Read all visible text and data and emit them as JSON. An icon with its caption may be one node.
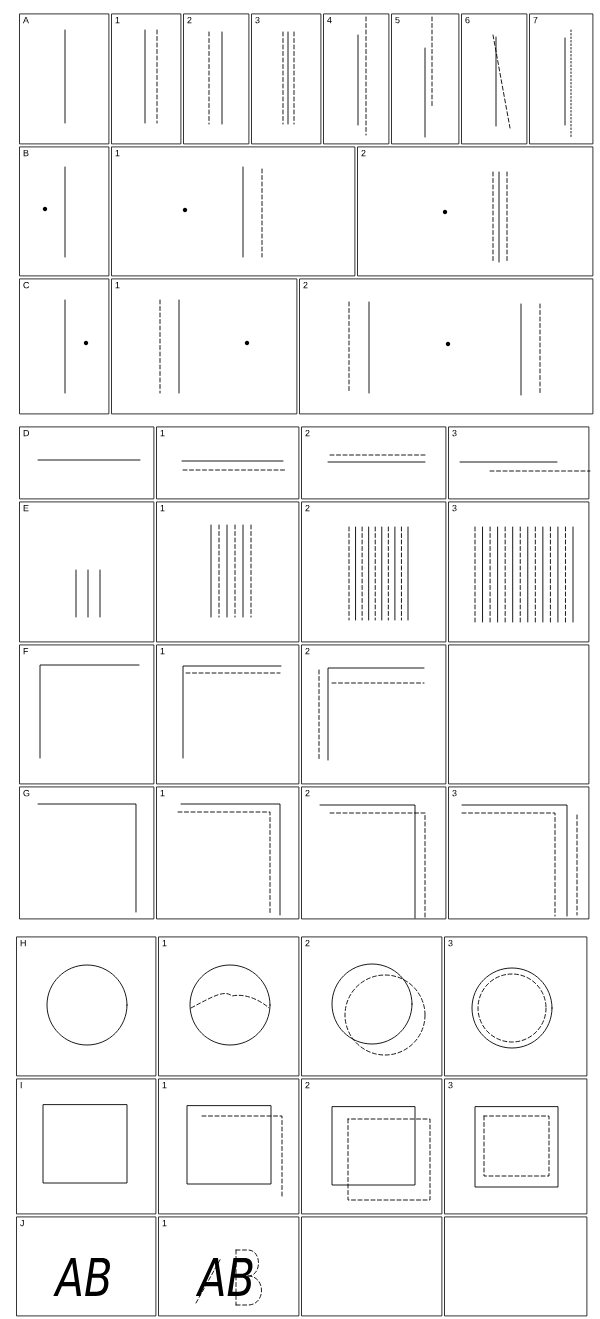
{
  "diagram": {
    "nodes": [
      {
        "text": [
          "A"
        ]
      },
      {
        "text": [
          "1"
        ]
      },
      {
        "text": [
          "2"
        ]
      },
      {
        "text": [
          "3"
        ]
      },
      {
        "text": [
          "4"
        ]
      },
      {
        "text": [
          "5"
        ]
      },
      {
        "text": [
          "6"
        ]
      },
      {
        "text": [
          "7"
        ]
      },
      {
        "text": [
          "B"
        ]
      },
      {
        "text": [
          "1"
        ]
      },
      {
        "text": [
          "2"
        ]
      },
      {
        "text": [
          "C"
        ]
      },
      {
        "text": [
          "1"
        ]
      },
      {
        "text": [
          "2"
        ]
      },
      {
        "text": [
          "D"
        ]
      },
      {
        "text": [
          "1"
        ]
      },
      {
        "text": [
          "2"
        ]
      },
      {
        "text": [
          "3"
        ]
      },
      {
        "text": [
          "E"
        ]
      },
      {
        "text": [
          "1"
        ]
      },
      {
        "text": [
          "2"
        ]
      },
      {
        "text": [
          "3"
        ]
      },
      {
        "text": [
          "F"
        ]
      },
      {
        "text": [
          "1"
        ]
      },
      {
        "text": [
          "2"
        ]
      },
      {
        "text": [],
        "shape": "box"
      },
      {
        "text": [
          "G"
        ]
      },
      {
        "text": [
          "1"
        ]
      },
      {
        "text": [
          "2"
        ]
      },
      {
        "text": [
          "3"
        ]
      },
      {
        "text": [
          "H"
        ]
      },
      {
        "text": [
          "1"
        ]
      },
      {
        "text": [
          "2"
        ]
      },
      {
        "text": [
          "3"
        ]
      },
      {
        "text": [
          "I"
        ]
      },
      {
        "text": [
          "1"
        ]
      },
      {
        "text": [
          "2"
        ]
      },
      {
        "text": [
          "3"
        ]
      },
      {
        "text": [
          "J",
          "AB"
        ]
      },
      {
        "text": [
          "1",
          "AB"
        ]
      },
      {
        "text": [],
        "shape": "box"
      },
      {
        "text": [],
        "shape": "box"
      }
    ]
  }
}
